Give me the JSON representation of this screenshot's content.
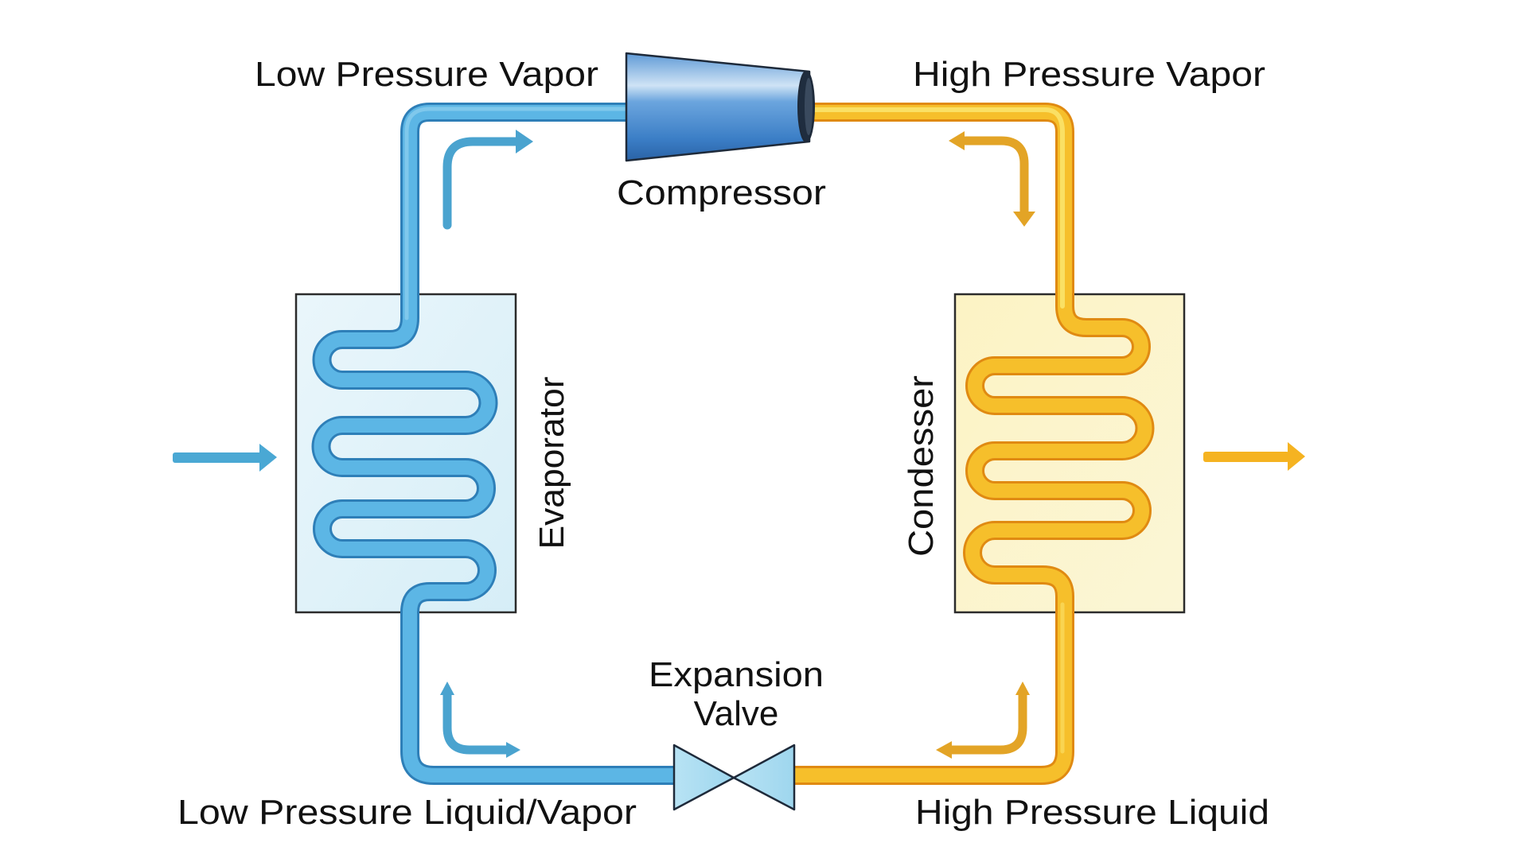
{
  "title": "Refrigeration Cycle",
  "labels": {
    "low_pressure_vapor": "Low Pressure Vapor",
    "high_pressure_vapor": "High Pressure Vapor",
    "compressor": "Compressor",
    "evaporator": "Evaporator",
    "condenser": "Condesser",
    "expansion_valve_line1": "Expansion",
    "expansion_valve_line2": "Valve",
    "low_pressure_liquid_vapor": "Low Pressure Liquid/Vapor",
    "high_pressure_liquid": "High Pressure Liquid"
  },
  "components": [
    {
      "id": "compressor",
      "name": "Compressor",
      "icon": "compressor-cone"
    },
    {
      "id": "condenser",
      "name": "Condesser",
      "icon": "heat-exchanger-coil"
    },
    {
      "id": "expansion_valve",
      "name": "Expansion Valve",
      "icon": "bowtie-valve"
    },
    {
      "id": "evaporator",
      "name": "Evaporator",
      "icon": "heat-exchanger-coil"
    }
  ],
  "flow": {
    "direction": "clockwise",
    "arrows": [
      "inlet-heat-arrow-right",
      "outlet-heat-arrow-right",
      "flow-arrow-up-right",
      "flow-arrow-left-down",
      "flow-arrow-up-left",
      "flow-arrow-up-right-bottom"
    ]
  },
  "colors": {
    "cold_pipe": "#5ab4e3",
    "cold_pipe_dark": "#2e84c0",
    "cold_arrow": "#4aa3cf",
    "hot_pipe": "#f7cf3a",
    "hot_pipe_dark": "#f2a81c",
    "hot_coil": "#f39a1a",
    "hot_arrow": "#e8a72a",
    "outlet_arrow": "#f5b321",
    "evaporator_fill": "#dcf0f8",
    "condenser_fill": "#fbf4c8",
    "valve_fill": "#a9dcf0",
    "compressor_fill": "#4a8fd0",
    "outline": "#222222"
  }
}
